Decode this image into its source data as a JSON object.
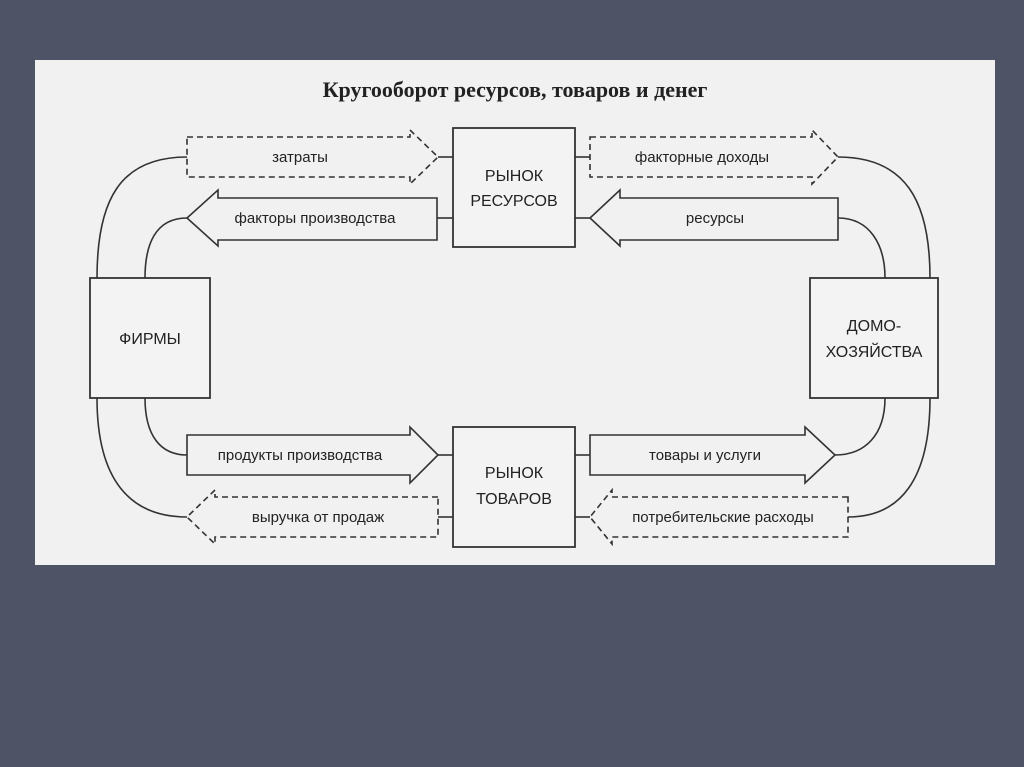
{
  "title": "Кругооборот ресурсов, товаров и денег",
  "colors": {
    "background": "#4f5366",
    "panel": "#f1f1f1",
    "ink": "#333333"
  },
  "nodes": {
    "firms": "ФИРМЫ",
    "resource_market": [
      "РЫНОК",
      "РЕСУРСОВ"
    ],
    "goods_market": [
      "РЫНОК",
      "ТОВАРОВ"
    ],
    "households": [
      "ДОМО-",
      "ХОЗЯЙСТВА"
    ]
  },
  "flows": {
    "costs": "затраты",
    "factors": "факторы производства",
    "factor_income": "факторные доходы",
    "resources": "ресурсы",
    "products": "продукты производства",
    "goods_services": "товары и услуги",
    "revenue": "выручка от продаж",
    "consumer_spending": "потребительские расходы"
  }
}
